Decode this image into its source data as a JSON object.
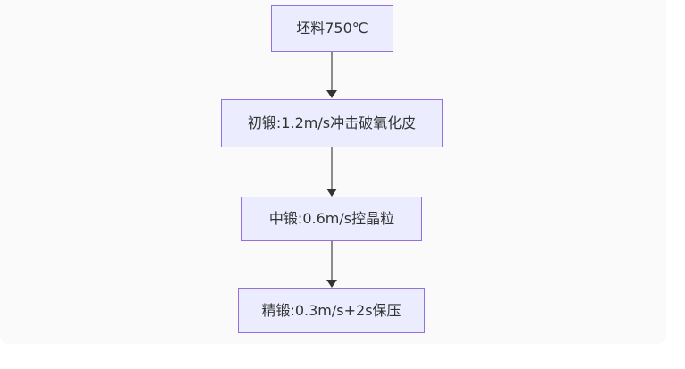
{
  "page": {
    "background": "#ffffff",
    "card_background": "#fafafa"
  },
  "flowchart": {
    "type": "flowchart",
    "direction": "top-down",
    "node_fill": "#ECECFF",
    "node_border": "#9370DB",
    "node_text_color": "#333333",
    "edge_line_color": "#8c8c8c",
    "edge_arrow_color": "#333333",
    "nodes": [
      {
        "id": "n1",
        "label": "坯料750℃"
      },
      {
        "id": "n2",
        "label": "初锻:1.2m/s冲击破氧化皮"
      },
      {
        "id": "n3",
        "label": "中锻:0.6m/s控晶粒"
      },
      {
        "id": "n4",
        "label": "精锻:0.3m/s+2s保压"
      }
    ],
    "edges": [
      {
        "from": "n1",
        "to": "n2"
      },
      {
        "from": "n2",
        "to": "n3"
      },
      {
        "from": "n3",
        "to": "n4"
      }
    ]
  }
}
